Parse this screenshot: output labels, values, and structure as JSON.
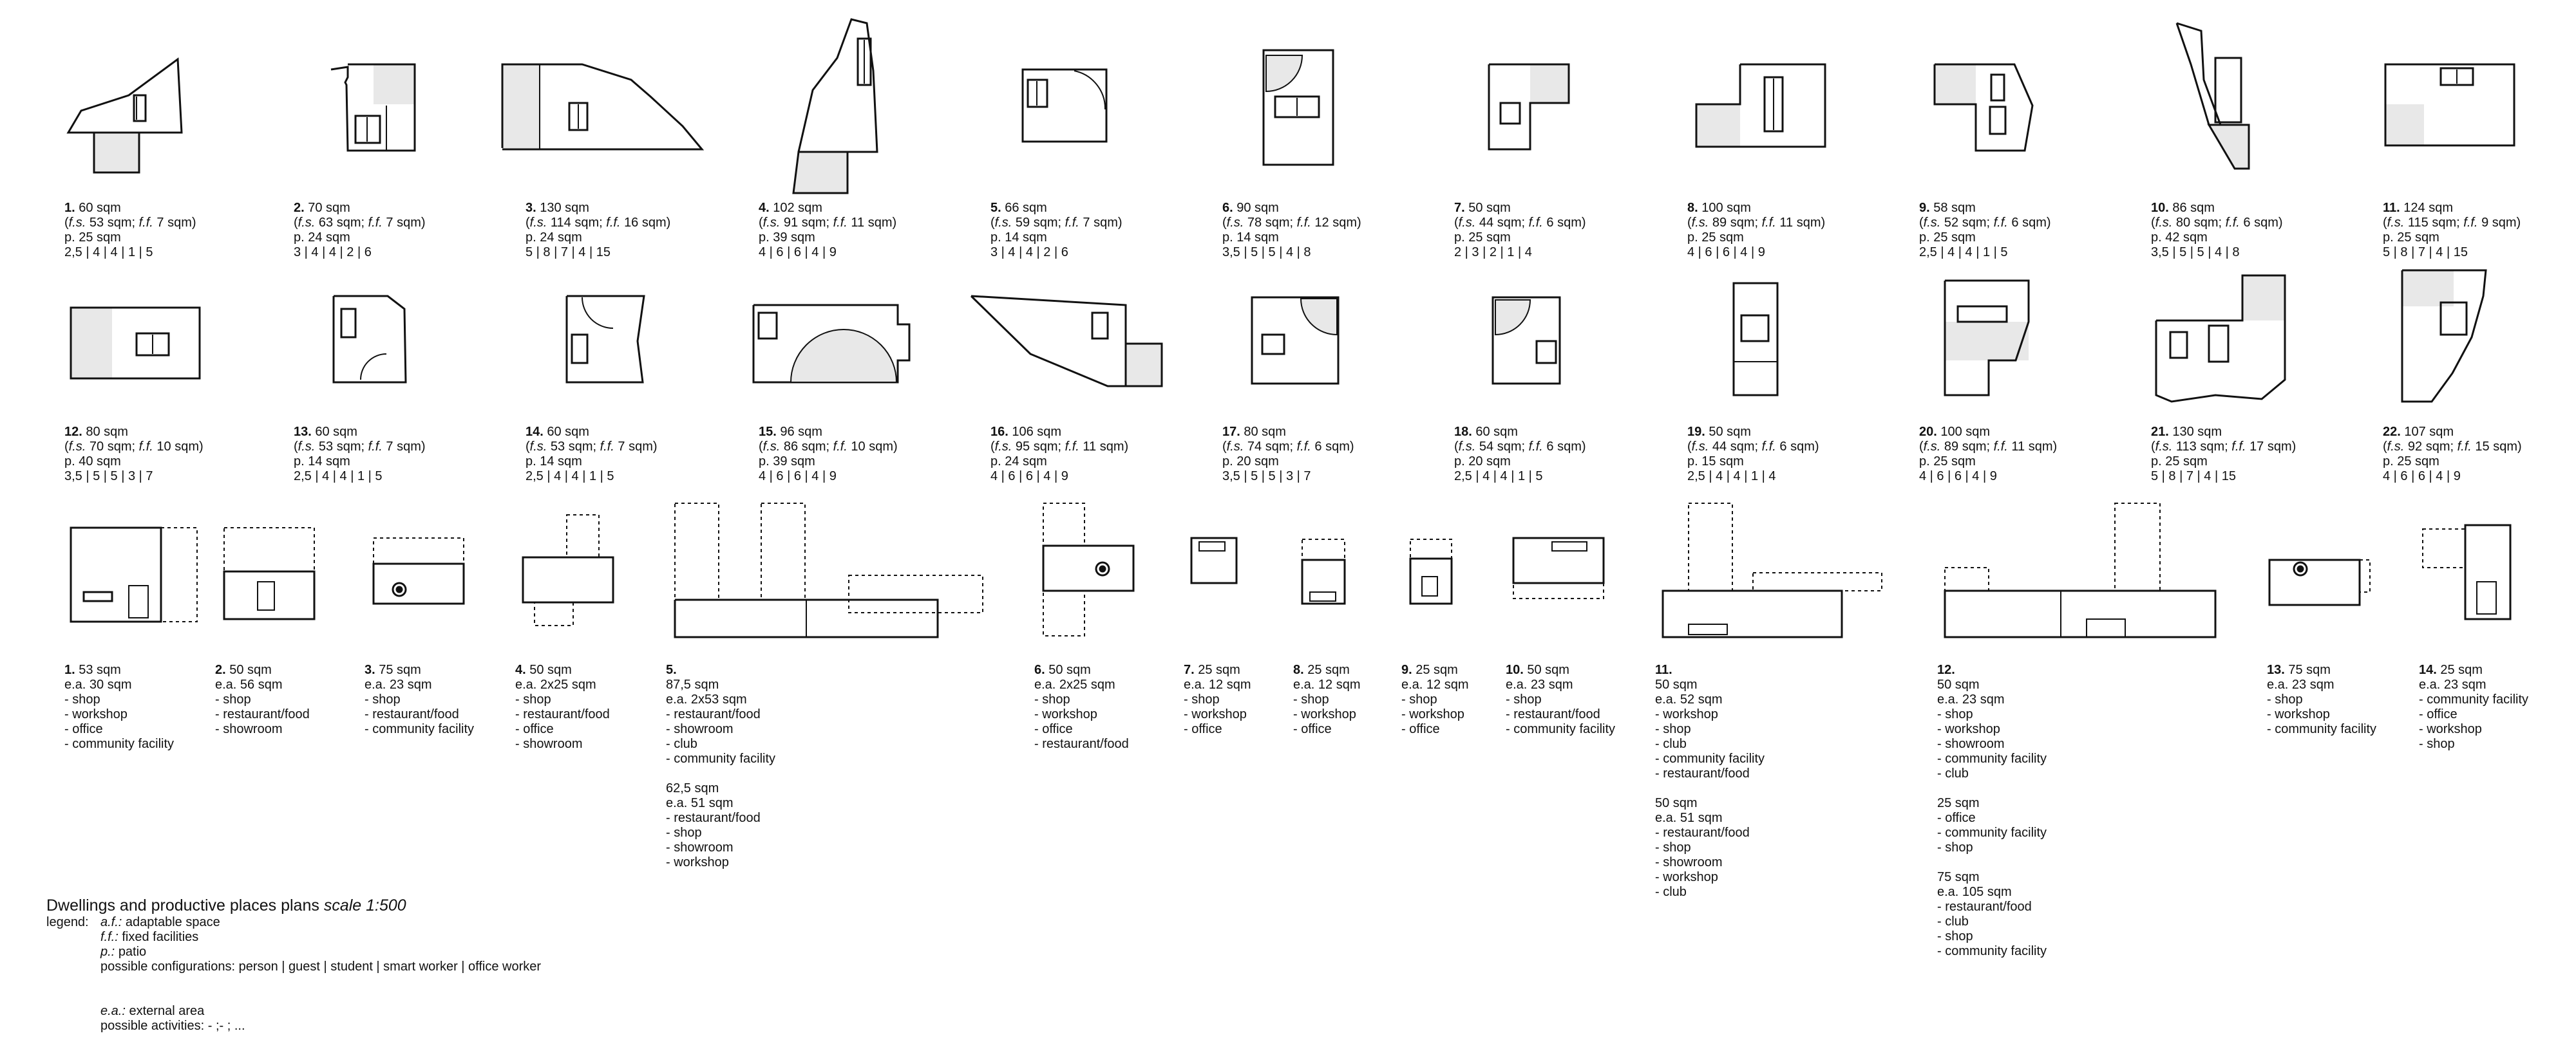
{
  "dwellings": [
    {
      "n": "1.",
      "area": "60 sqm",
      "fs": "53 sqm",
      "ff": "7 sqm",
      "p": "p. 25 sqm",
      "conf": "2,5 | 4 | 4 | 1 | 5"
    },
    {
      "n": "2.",
      "area": "70 sqm",
      "fs": "63 sqm",
      "ff": "7 sqm",
      "p": "p. 24 sqm",
      "conf": "3 | 4 | 4 | 2 | 6"
    },
    {
      "n": "3.",
      "area": "130 sqm",
      "fs": "114 sqm",
      "ff": "16 sqm",
      "p": "p. 24 sqm",
      "conf": "5 | 8 | 7 | 4 | 15"
    },
    {
      "n": "4.",
      "area": "102 sqm",
      "fs": "91 sqm",
      "ff": "11 sqm",
      "p": "p. 39 sqm",
      "conf": "4 | 6 | 6 | 4 | 9"
    },
    {
      "n": "5.",
      "area": "66 sqm",
      "fs": "59 sqm",
      "ff": "7 sqm",
      "p": "p. 14 sqm",
      "conf": "3 | 4 | 4 | 2 | 6"
    },
    {
      "n": "6.",
      "area": "90 sqm",
      "fs": "78 sqm",
      "ff": "12 sqm",
      "p": "p. 14 sqm",
      "conf": "3,5 | 5 | 5 | 4 | 8"
    },
    {
      "n": "7.",
      "area": "50 sqm",
      "fs": "44 sqm",
      "ff": "6 sqm",
      "p": "p. 25 sqm",
      "conf": "2 | 3 | 2 | 1 | 4"
    },
    {
      "n": "8.",
      "area": "100 sqm",
      "fs": "89 sqm",
      "ff": "11 sqm",
      "p": "p. 25 sqm",
      "conf": "4 | 6 | 6 | 4 | 9"
    },
    {
      "n": "9.",
      "area": "58 sqm",
      "fs": "52 sqm",
      "ff": "6 sqm",
      "p": "p. 25 sqm",
      "conf": "2,5 | 4 | 4 | 1 | 5"
    },
    {
      "n": "10.",
      "area": "86 sqm",
      "fs": "80 sqm",
      "ff": "6 sqm",
      "p": "p. 42 sqm",
      "conf": "3,5 | 5 | 5 | 4 | 8"
    },
    {
      "n": "11.",
      "area": "124 sqm",
      "fs": "115 sqm",
      "ff": "9 sqm",
      "p": "p. 25 sqm",
      "conf": "5 | 8 | 7 | 4 | 15"
    },
    {
      "n": "12.",
      "area": "80 sqm",
      "fs": "70 sqm",
      "ff": "10 sqm",
      "p": "p. 40 sqm",
      "conf": "3,5 | 5 | 5 | 3 | 7"
    },
    {
      "n": "13.",
      "area": "60 sqm",
      "fs": "53 sqm",
      "ff": "7 sqm",
      "p": "p. 14 sqm",
      "conf": "2,5 | 4 | 4 | 1 | 5"
    },
    {
      "n": "14.",
      "area": "60 sqm",
      "fs": "53 sqm",
      "ff": "7 sqm",
      "p": "p. 14 sqm",
      "conf": "2,5 | 4 | 4 | 1 | 5"
    },
    {
      "n": "15.",
      "area": "96 sqm",
      "fs": "86 sqm",
      "ff": "10 sqm",
      "p": "p. 39 sqm",
      "conf": "4 | 6 | 6 | 4 | 9"
    },
    {
      "n": "16.",
      "area": "106 sqm",
      "fs": "95 sqm",
      "ff": "11 sqm",
      "p": "p. 24 sqm",
      "conf": "4 | 6 | 6 | 4 | 9"
    },
    {
      "n": "17.",
      "area": "80 sqm",
      "fs": "74 sqm",
      "ff": "6 sqm",
      "p": "p. 20 sqm",
      "conf": "3,5 | 5 | 5 | 3 | 7"
    },
    {
      "n": "18.",
      "area": "60 sqm",
      "fs": "54 sqm",
      "ff": "6 sqm",
      "p": "p. 20 sqm",
      "conf": "2,5 | 4 | 4 | 1 | 5"
    },
    {
      "n": "19.",
      "area": "50 sqm",
      "fs": "44 sqm",
      "ff": "6 sqm",
      "p": "p. 15 sqm",
      "conf": "2,5 | 4 | 4 | 1 | 4"
    },
    {
      "n": "20.",
      "area": "100 sqm",
      "fs": "89 sqm",
      "ff": "11 sqm",
      "p": "p. 25 sqm",
      "conf": "4 | 6 | 6 | 4 | 9"
    },
    {
      "n": "21.",
      "area": "130 sqm",
      "fs": "113 sqm",
      "ff": "17 sqm",
      "p": "p. 25 sqm",
      "conf": "5 | 8 | 7 | 4 | 15"
    },
    {
      "n": "22.",
      "area": "107 sqm",
      "fs": "92 sqm",
      "ff": "15 sqm",
      "p": "p. 25 sqm",
      "conf": "4 | 6 | 6 | 4 | 9"
    }
  ],
  "productive": [
    {
      "n": "1.",
      "lines": [
        "53 sqm",
        "e.a. 30 sqm",
        "- shop",
        "- workshop",
        "- office",
        "- community facility"
      ]
    },
    {
      "n": "2.",
      "lines": [
        "50 sqm",
        "e.a. 56 sqm",
        "- shop",
        "- restaurant/food",
        "- showroom"
      ]
    },
    {
      "n": "3.",
      "lines": [
        "75 sqm",
        "e.a. 23 sqm",
        "- shop",
        "- restaurant/food",
        "- community facility"
      ]
    },
    {
      "n": "4.",
      "lines": [
        "50 sqm",
        "e.a. 2x25 sqm",
        "- shop",
        "- restaurant/food",
        "- office",
        "- showroom"
      ]
    },
    {
      "n": "5.",
      "lines": [
        "",
        "87,5 sqm",
        "e.a. 2x53 sqm",
        "- restaurant/food",
        "- showroom",
        "- club",
        "- community facility",
        "",
        "62,5 sqm",
        "e.a. 51 sqm",
        "- restaurant/food",
        "- shop",
        "- showroom",
        "- workshop"
      ]
    },
    {
      "n": "6.",
      "lines": [
        "50 sqm",
        "e.a. 2x25 sqm",
        "- shop",
        "- workshop",
        "- office",
        "- restaurant/food"
      ]
    },
    {
      "n": "7.",
      "lines": [
        "25 sqm",
        "e.a. 12 sqm",
        "- shop",
        "- workshop",
        "- office"
      ]
    },
    {
      "n": "8.",
      "lines": [
        "25 sqm",
        "e.a. 12 sqm",
        "- shop",
        "- workshop",
        "- office"
      ]
    },
    {
      "n": "9.",
      "lines": [
        "25 sqm",
        "e.a. 12 sqm",
        "- shop",
        "- workshop",
        "- office"
      ]
    },
    {
      "n": "10.",
      "lines": [
        "50 sqm",
        "e.a. 23 sqm",
        "- shop",
        "- restaurant/food",
        "- community facility"
      ]
    },
    {
      "n": "11.",
      "lines": [
        "",
        "50 sqm",
        "e.a. 52 sqm",
        "- workshop",
        "- shop",
        "- club",
        "- community facility",
        "- restaurant/food",
        "",
        "50 sqm",
        "e.a. 51 sqm",
        "- restaurant/food",
        "- shop",
        "- showroom",
        "- workshop",
        "- club"
      ]
    },
    {
      "n": "12.",
      "lines": [
        "",
        "50 sqm",
        "e.a. 23 sqm",
        "- shop",
        "- workshop",
        "- showroom",
        "- community facility",
        "- club",
        "",
        "25 sqm",
        "- office",
        "- community facility",
        "- shop",
        "",
        "75 sqm",
        "e.a. 105 sqm",
        "- restaurant/food",
        "- club",
        "- shop",
        "- community facility"
      ]
    },
    {
      "n": "13.",
      "lines": [
        "75 sqm",
        "e.a. 23 sqm",
        "- shop",
        "- workshop",
        "- community facility"
      ]
    },
    {
      "n": "14.",
      "lines": [
        "25 sqm",
        "e.a. 23 sqm",
        "- community facility",
        "- office",
        "- workshop",
        "- shop"
      ]
    }
  ],
  "legend": {
    "title": "Dwellings and productive places plans",
    "scale": "scale 1:500",
    "label": "legend:",
    "af_key": "a.f.:",
    "af": "adaptable space",
    "ff_key": "f.f.:",
    "ff": "fixed facilities",
    "p_key": "p.:",
    "p": "patio",
    "configurations": "possible configurations: person | guest | student | smart worker | office worker",
    "ea_key": "e.a.:",
    "ea": "external area",
    "activities": "possible activities: - ;- ; ..."
  },
  "labels": {
    "fs": "f.s.",
    "ff": "f.f."
  }
}
